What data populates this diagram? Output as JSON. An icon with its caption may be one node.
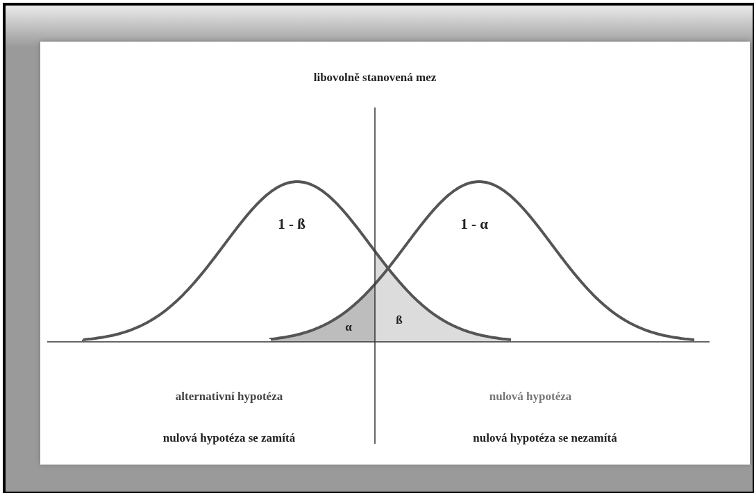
{
  "diagram": {
    "labels": [
      "libovolně stanovená mez",
      "1 - ß",
      "1 - α",
      "α",
      "ß",
      "alternativní hypotéza",
      "nulová hypotéza",
      "nulová hypotéza se zamítá",
      "nulová hypotéza se nezamítá"
    ]
  }
}
